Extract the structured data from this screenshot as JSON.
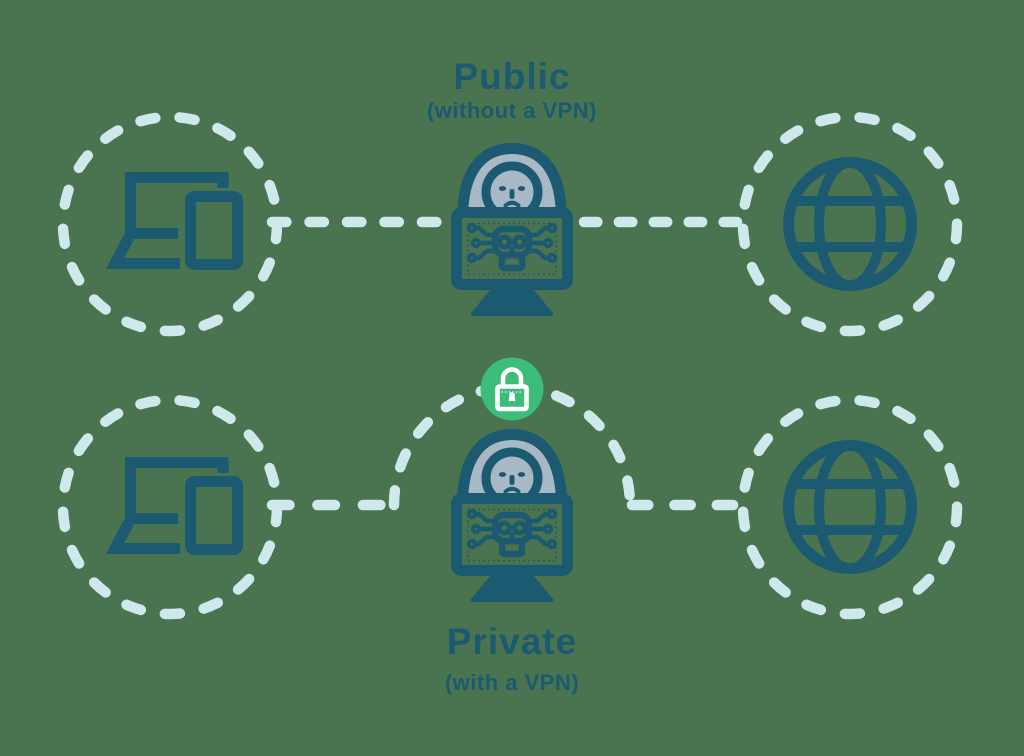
{
  "diagram": {
    "public": {
      "title": "Public",
      "subtitle": "(without a VPN)"
    },
    "private": {
      "title": "Private",
      "subtitle": "(with a VPN)"
    }
  },
  "icons": {
    "devices": "laptop-and-tablet-icon",
    "threat": "hacker-skull-monitor-icon",
    "internet": "globe-icon",
    "vpn": "lock-icon"
  },
  "colors": {
    "bg": "#4a734f",
    "ink": "#1b5a70",
    "dash": "#cfe8ec",
    "hood": "#a8b9c5",
    "green": "#3ebc7a",
    "white": "#ffffff"
  }
}
